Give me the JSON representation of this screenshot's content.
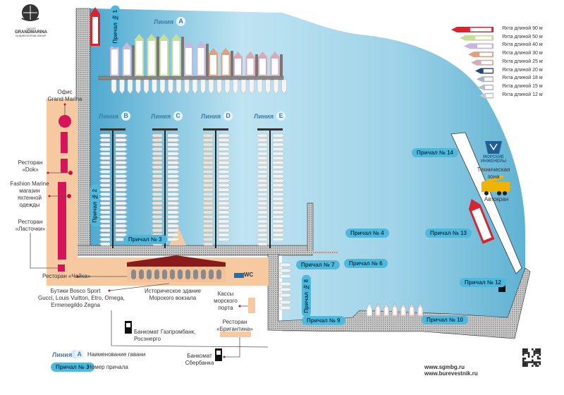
{
  "brand": {
    "logo_top": "YACHT",
    "logo_name": "GRANDMARINA",
    "logo_sub": "by BUREVESTNIK GROUP"
  },
  "legend_yachts": [
    {
      "label": "Яхта длиной 90 м",
      "color": "#d9242e"
    },
    {
      "label": "Яхта длиной 50 м",
      "color": "#c7de9a"
    },
    {
      "label": "Яхта длиной 40 м",
      "color": "#c9b6de"
    },
    {
      "label": "Яхта длиной 30 м",
      "color": "#e0a07e"
    },
    {
      "label": "Яхта длиной 25 м",
      "color": "#d9a9b6"
    },
    {
      "label": "Яхта длиной 20 м",
      "color": "#1e4a7a"
    },
    {
      "label": "Яхта длиной 18 м",
      "color": "#aab4c4"
    },
    {
      "label": "Яхта длиной 15 м",
      "color": "#b8bcc4"
    },
    {
      "label": "Яхта длиной 12 м",
      "color": "#c4c8cc"
    }
  ],
  "lines": [
    {
      "word": "Линия",
      "letter": "A"
    },
    {
      "word": "Линия",
      "letter": "B"
    },
    {
      "word": "Линия",
      "letter": "C"
    },
    {
      "word": "Линия",
      "letter": "D"
    },
    {
      "word": "Линия",
      "letter": "E"
    }
  ],
  "piers": {
    "p1": "Причал № 1",
    "p2": "Причал № 2",
    "p3": "Причал № 3",
    "p4": "Причал № 4",
    "p6": "Причал № 6",
    "p7": "Причал № 7",
    "p8": "Причал № 8",
    "p9": "Причал № 9",
    "p10": "Причал № 10",
    "p12": "Причал № 12",
    "p13": "Причал № 13",
    "p14": "Причал № 14"
  },
  "places": {
    "office": "Офис\nGrand Marina",
    "rest_dok": "Ресторан\n«Dok»",
    "fashion": "Fashion Marine\nмагазин\nяхтенной\nодежды",
    "rest_lastochki": "Ресторан\n«Ласточки»",
    "rest_chaika": "Ресторан «Чайка»",
    "boutiques": "Бутики Bosco Sport\nGucci, Louis Vuitton, Etro, Omega,\nErmenegildo Zegna",
    "station": "Историческое здание\nМорского вокзала",
    "wc": "WC",
    "kassy": "Кассы\nморского\nпорта",
    "rest_brig": "Ресторан\n«Бригантина»",
    "atm_gazprom": "Банкомат Газпромбанк,\nРосэнерго",
    "atm_sber": "Банкомат\nСбербанка",
    "tech_brand": "МОРСКИЕ\nИНЖЕНЕРЫ",
    "tech_zone": "Техническая\nзона",
    "crane": "Автокран"
  },
  "map_legend": {
    "line_word": "Линия",
    "line_letter": "A",
    "line_desc": "Наименование гавани",
    "pier_label": "Причал № 3",
    "pier_desc": "Номер причала"
  },
  "footer": {
    "url1": "www.sgmbg.ru",
    "url2": "www.burevestnik.ru"
  },
  "colors": {
    "water": "#7cc6e0",
    "land": "#f6c9a0",
    "accent": "#d6145a",
    "pier_pill": "#4fb9dc",
    "quay": "#b9b9b9"
  }
}
